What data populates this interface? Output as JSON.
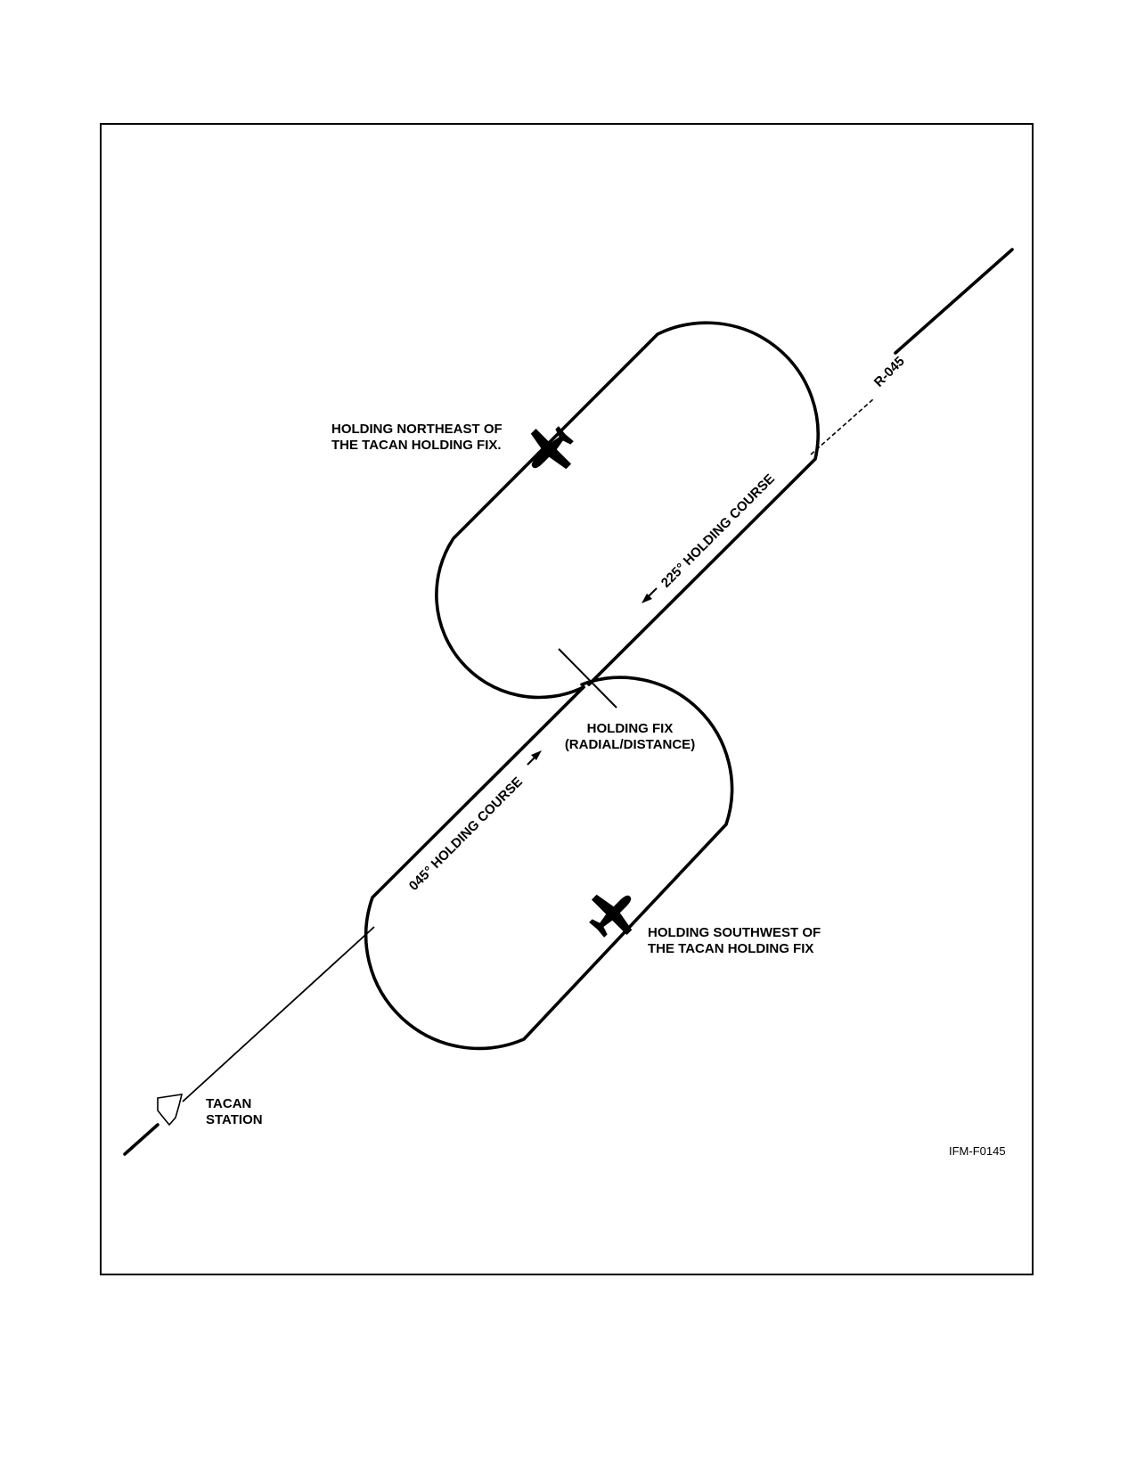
{
  "labels": {
    "ne_line1": "HOLDING NORTHEAST OF",
    "ne_line2": "THE TACAN HOLDING FIX.",
    "sw_line1": "HOLDING SOUTHWEST OF",
    "sw_line2": "THE TACAN HOLDING FIX",
    "fix_line1": "HOLDING FIX",
    "fix_line2": "(RADIAL/DISTANCE)",
    "tacan_line1": "TACAN",
    "tacan_line2": "STATION",
    "radial": "R-045",
    "course_225": "225° HOLDING COURSE",
    "course_045": "045° HOLDING COURSE",
    "figure_id": "IFM-F0145"
  },
  "icons": {
    "aircraft": "aircraft-icon",
    "station": "tacan-station-icon",
    "arrow": "course-arrow-icon"
  },
  "colors": {
    "ink": "#000000",
    "paper": "#ffffff"
  }
}
